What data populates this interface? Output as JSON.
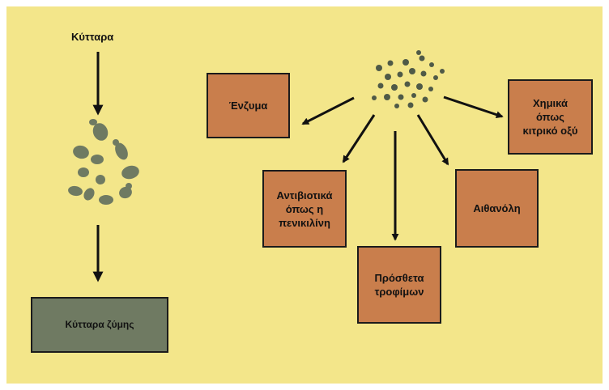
{
  "source": {
    "label": "Κύτταρα"
  },
  "yeast_box": {
    "label": "Κύτταρα ζύμης"
  },
  "products": [
    {
      "id": "enzymes",
      "label": "Ένζυμα"
    },
    {
      "id": "antibiotics",
      "label": "Αντιβιοτικά\nόπως η\nπενικιλίνη"
    },
    {
      "id": "food-additives",
      "label": "Πρόσθετα\nτροφίμων"
    },
    {
      "id": "ethanol",
      "label": "Αιθανόλη"
    },
    {
      "id": "chemicals",
      "label": "Χημικά\nόπως\nκιτρικό οξύ"
    }
  ],
  "colors": {
    "background": "#f3e68a",
    "product_box": "#c97e4c",
    "yeast_box": "#6f7a62",
    "cells": "#6f7a62",
    "arrows": "#111111"
  }
}
